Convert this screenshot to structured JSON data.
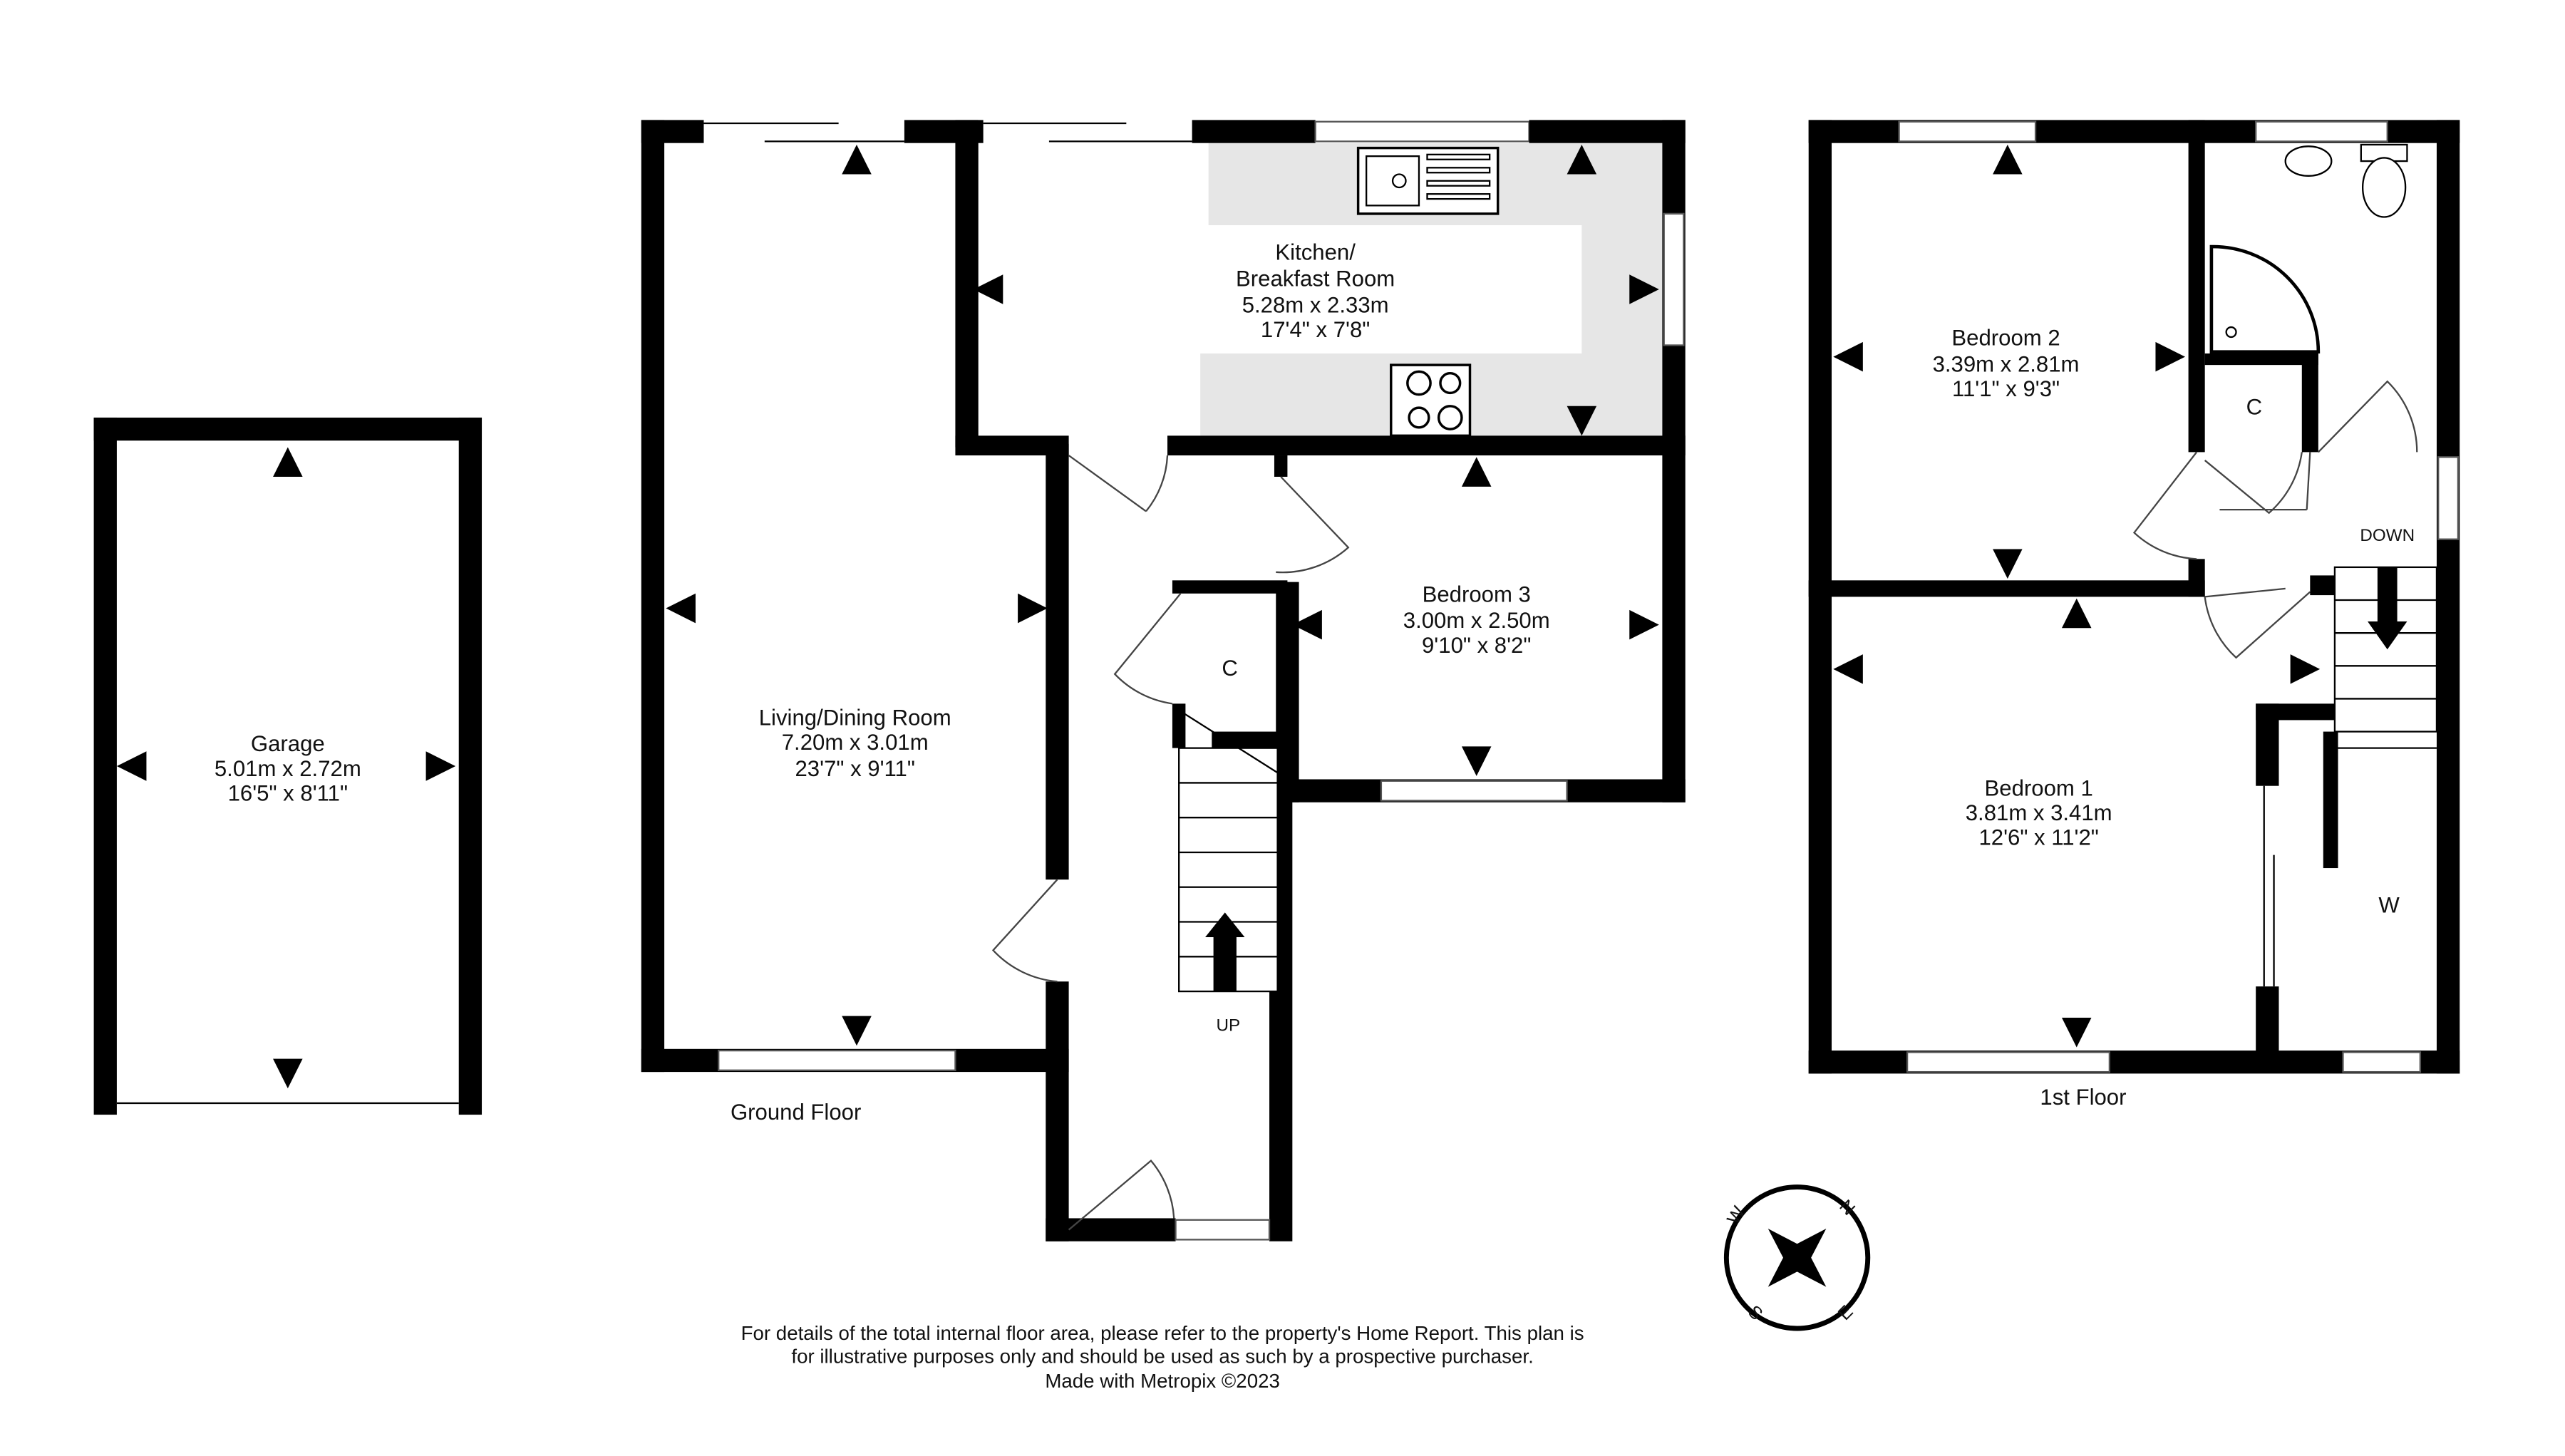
{
  "rooms": {
    "garage": {
      "name": "Garage",
      "metric": "5.01m  x 2.72m",
      "imperial": "16'5\"  x 8'11\""
    },
    "living": {
      "name": "Living/Dining Room",
      "metric": "7.20m  x 3.01m",
      "imperial": "23'7\"  x 9'11\""
    },
    "kitchen": {
      "name_line1": "Kitchen/",
      "name_line2": "Breakfast Room",
      "metric": "5.28m  x 2.33m",
      "imperial": "17'4\"  x 7'8\""
    },
    "bedroom3": {
      "name": "Bedroom 3",
      "metric": "3.00m  x 2.50m",
      "imperial": "9'10\"  x 8'2\""
    },
    "bedroom2": {
      "name": "Bedroom 2",
      "metric": "3.39m  x 2.81m",
      "imperial": "11'1\"  x 9'3\""
    },
    "bedroom1": {
      "name": "Bedroom 1",
      "metric": "3.81m  x 3.41m",
      "imperial": "12'6\"  x 11'2\""
    }
  },
  "labels": {
    "cupboard_ground": "C",
    "cupboard_first": "C",
    "wardrobe": "W",
    "stairs_up": "UP",
    "stairs_down": "DOWN"
  },
  "floors": {
    "ground": "Ground Floor",
    "first": "1st Floor"
  },
  "compass": {
    "n": "N",
    "e": "E",
    "s": "S",
    "w": "W"
  },
  "disclaimer": {
    "line1": "For details of the total internal floor area, please refer to the property's Home Report. This plan is",
    "line2": "for illustrative purposes only and should be used as such by a prospective purchaser.",
    "line3": "Made with Metropix ©2023"
  }
}
